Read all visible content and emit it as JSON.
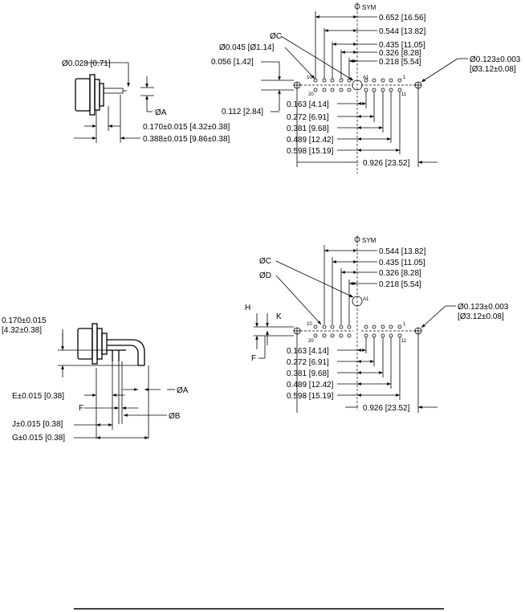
{
  "colors": {
    "ink": "#000000",
    "paper": "#ffffff"
  },
  "top": {
    "side": {
      "pin_dia": "Ø0.028 [0.71]",
      "dia_a": "ØA",
      "len_1": "0.170±0.015 [4.32±0.38]",
      "len_2": "0.388±0.015 [9.86±0.38]"
    },
    "front": {
      "sym": "SYM",
      "dims_right": [
        "0.652 [16.56]",
        "0.544 [13.82]",
        "0.435 [11.05]",
        "0.326 [8.28]",
        "0.218 [5.54]"
      ],
      "dia_c": "ØC",
      "dia_hole": "Ø0.045 [Ø1.14]",
      "row_gap": "0.056 [1.42]",
      "row_pitch": "0.112 [2.84]",
      "dims_left": [
        "0.163 [4.14]",
        "0.272 [6.91]",
        "0.381 [9.68]",
        "0.489 [12.42]",
        "0.598 [15.19]"
      ],
      "span": "0.926 [23.52]",
      "mount_hole_1": "Ø0.123±0.003",
      "mount_hole_2": "[Ø3.12±0.08]",
      "pins": {
        "p10": "10",
        "p20": "20",
        "p1": "1",
        "p11": "11",
        "a1": "A1"
      }
    }
  },
  "bottom": {
    "side": {
      "height_1": "0.170±0.015",
      "height_2": "[4.32±0.38]",
      "dia_a": "ØA",
      "e": "E±0.015 [0.38]",
      "f": "F",
      "dia_b": "ØB",
      "j": "J±0.015 [0.38]",
      "g": "G±0.015 [0.38]"
    },
    "front": {
      "sym": "SYM",
      "dims_right": [
        "0.544 [13.82]",
        "0.435 [11.05]",
        "0.326 [8.28]",
        "0.218 [5.54]"
      ],
      "dia_c": "ØC",
      "dia_d": "ØD",
      "h": "H",
      "k": "K",
      "f": "F",
      "dims_left": [
        "0.163 [4.14]",
        "0.272 [6.91]",
        "0.381 [9.68]",
        "0.489 [12.42]",
        "0.598 [15.19]"
      ],
      "span": "0.926 [23.52]",
      "mount_hole_1": "Ø0.123±0.003",
      "mount_hole_2": "[Ø3.12±0.08]",
      "pins": {
        "p10": "10",
        "p20": "20",
        "p1": "1",
        "p11": "11",
        "a1": "A1"
      }
    }
  }
}
